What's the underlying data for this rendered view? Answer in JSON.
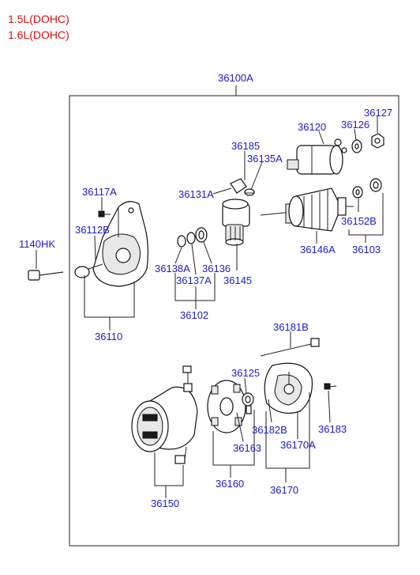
{
  "engine_labels": [
    "1.5L(DOHC)",
    "1.6L(DOHC)"
  ],
  "assembly": "36100A",
  "parts": {
    "p36127": "36127",
    "p36126": "36126",
    "p36120": "36120",
    "p36185": "36185",
    "p36135A": "36135A",
    "p36131A": "36131A",
    "p36117A": "36117A",
    "p36112B": "36112B",
    "p1140HK": "1140HK",
    "p36152B": "36152B",
    "p36146A": "36146A",
    "p36103": "36103",
    "p36138A": "36138A",
    "p36136": "36136",
    "p36137A": "36137A",
    "p36145": "36145",
    "p36102": "36102",
    "p36110": "36110",
    "p36181B": "36181B",
    "p36125": "36125",
    "p36182B": "36182B",
    "p36183": "36183",
    "p36163": "36163",
    "p36170A": "36170A",
    "p36150": "36150",
    "p36160": "36160",
    "p36170": "36170"
  }
}
